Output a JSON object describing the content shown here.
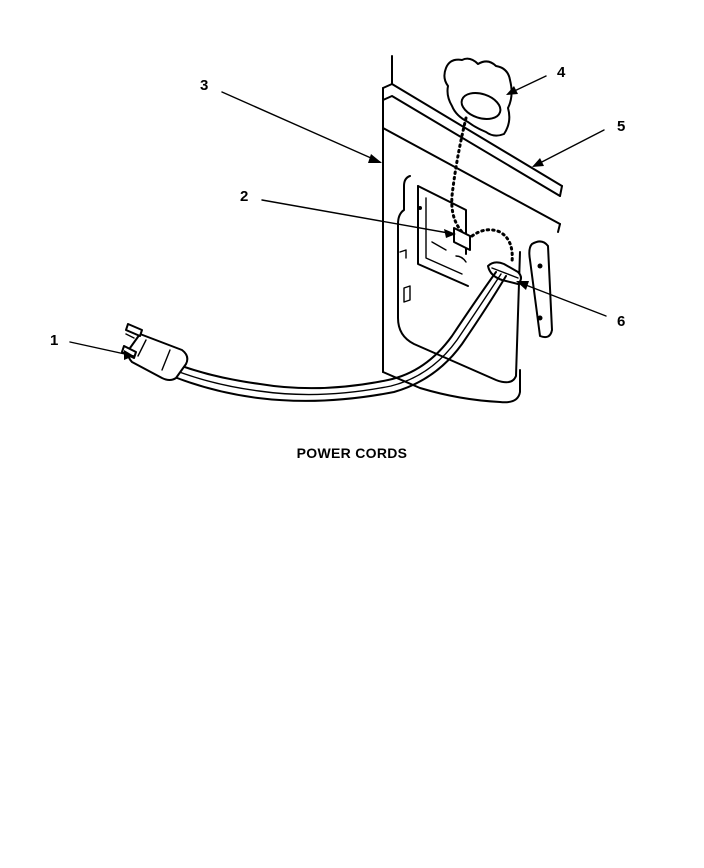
{
  "callouts": [
    {
      "id": "1",
      "text": "1"
    },
    {
      "id": "2",
      "text": "2"
    },
    {
      "id": "3",
      "text": "3"
    },
    {
      "id": "4",
      "text": "4"
    },
    {
      "id": "5",
      "text": "5"
    },
    {
      "id": "6",
      "text": "6"
    }
  ],
  "caption": "POWER CORDS"
}
